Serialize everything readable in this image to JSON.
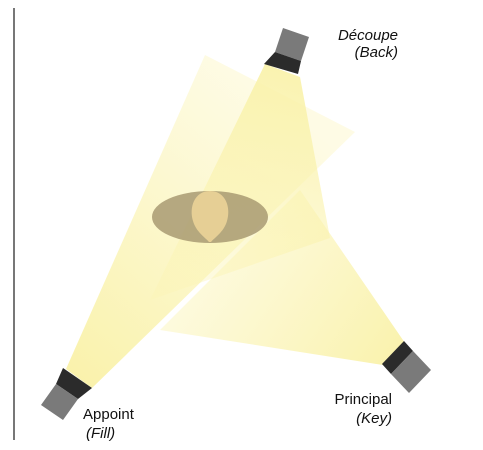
{
  "lights": {
    "back": {
      "name": "Découpe",
      "role": "(Back)"
    },
    "fill": {
      "name": "Appoint",
      "role": "(Fill)"
    },
    "key": {
      "name": "Principal",
      "role": "(Key)"
    }
  },
  "colors": {
    "beam": "#fbf4b4",
    "fixture_body": "#7a7a7a",
    "fixture_lens": "#2b2b2b",
    "subject_ellipse": "#a89a72",
    "subject_head": "#e6cf95",
    "frame_line": "#777777"
  }
}
